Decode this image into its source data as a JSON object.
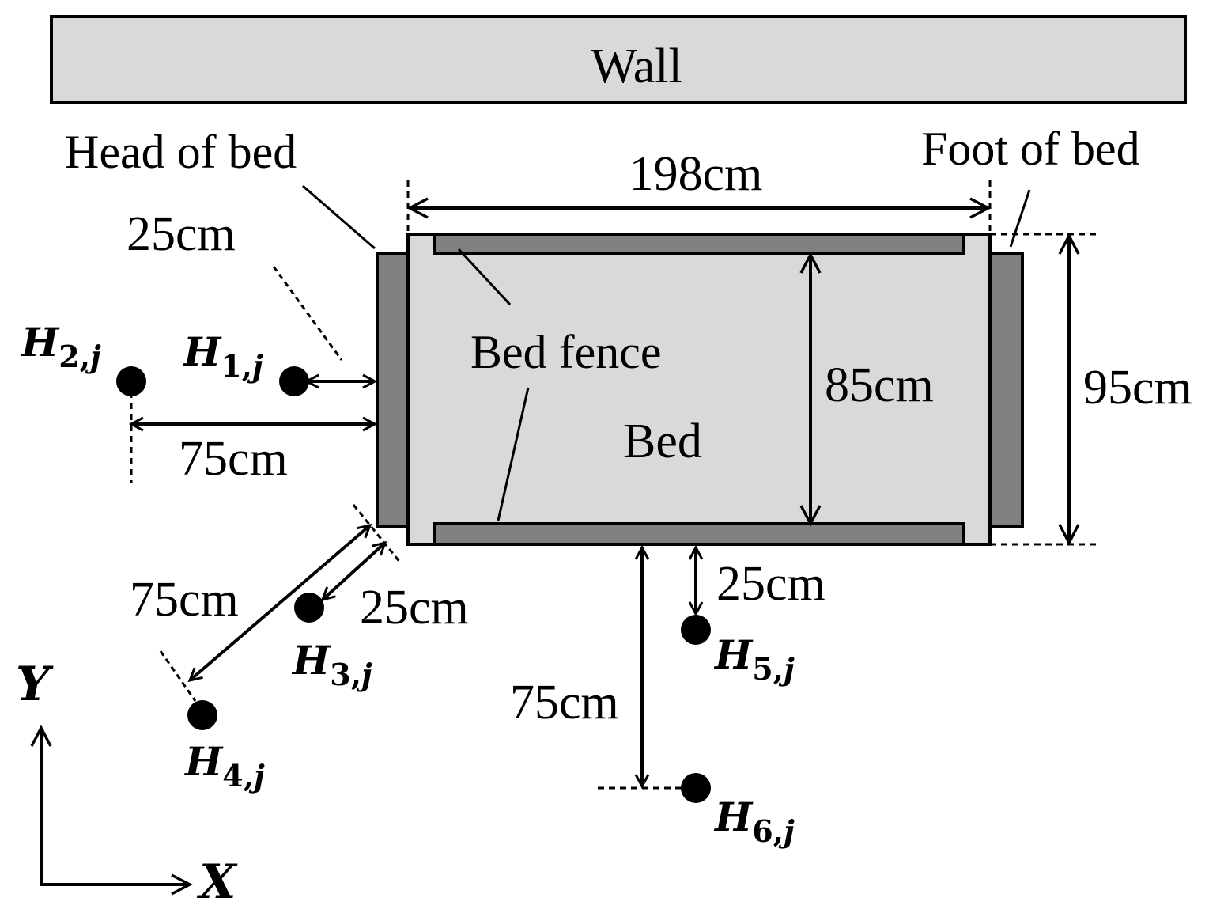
{
  "wall": {
    "label": "Wall"
  },
  "labels": {
    "head_of_bed": "Head of bed",
    "foot_of_bed": "Foot of bed",
    "bed_fence": "Bed fence",
    "bed": "Bed"
  },
  "dimensions": {
    "bed_length": "198cm",
    "inner_width": "85cm",
    "outer_width": "95cm",
    "h1_distance": "25cm",
    "h2_distance": "75cm",
    "h3_distance": "25cm",
    "h4_distance": "75cm",
    "h5_distance": "25cm",
    "h6_distance": "75cm"
  },
  "points": [
    {
      "letter": "H",
      "index": "1",
      "j": "j"
    },
    {
      "letter": "H",
      "index": "2",
      "j": "j"
    },
    {
      "letter": "H",
      "index": "3",
      "j": "j"
    },
    {
      "letter": "H",
      "index": "4",
      "j": "j"
    },
    {
      "letter": "H",
      "index": "5",
      "j": "j"
    },
    {
      "letter": "H",
      "index": "6",
      "j": "j"
    }
  ],
  "axes": {
    "x": "X",
    "y": "Y"
  },
  "colors": {
    "wall_fill": "#d9d9d9",
    "bed_fill": "#d9d9d9",
    "fence_fill": "#808080",
    "stroke": "#000000"
  }
}
